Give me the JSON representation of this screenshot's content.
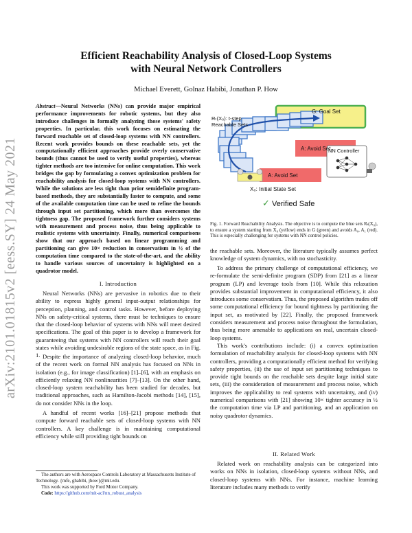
{
  "arxiv_id": "arXiv:2101.01815v2  [eess.SY]  24 May 2021",
  "title_line1": "Efficient Reachability Analysis of Closed-Loop Systems",
  "title_line2": "with Neural Network Controllers",
  "authors": "Michael Everett, Golnaz Habibi, Jonathan P. How",
  "abstract": {
    "lead": "Abstract",
    "body": "—Neural Networks (NNs) can provide major empirical performance improvements for robotic systems, but they also introduce challenges in formally analyzing those systems' safety properties. In particular, this work focuses on estimating the forward reachable set of closed-loop systems with NN controllers. Recent work provides bounds on these reachable sets, yet the computationally efficient approaches provide overly conservative bounds (thus cannot be used to verify useful properties), whereas tighter methods are too intensive for online computation. This work bridges the gap by formulating a convex optimization problem for reachability analysis for closed-loop systems with NN controllers. While the solutions are less tight than prior semidefinite program-based methods, they are substantially faster to compute, and some of the available computation time can be used to refine the bounds through input set partitioning, which more than overcomes the tightness gap. The proposed framework further considers systems with measurement and process noise, thus being applicable to realistic systems with uncertainty. Finally, numerical comparisons show that our approach based on linear programming and partitioning can give 10× reduction in conservatism in ½ of the computation time compared to the state-of-the-art, and the ability to handle various sources of uncertainty is highlighted on a quadrotor model."
  },
  "sec1_heading": "I. Introduction",
  "intro_p1": "Neural Networks (NNs) are pervasive in robotics due to their ability to express highly general input-output relationships for perception, planning, and control tasks. However, before deploying NNs on safety-critical systems, there must be techniques to ensure that the closed-loop behavior of systems with NNs will meet desired specifications. The goal of this paper is to develop a framework for guaranteeing that systems with NN controllers will reach their goal states while avoiding undesirable regions of the state space, as in Fig. 1.",
  "intro_p2": "Despite the importance of analyzing closed-loop behavior, much of the recent work on formal NN analysis has focused on NNs in isolation (e.g., for image classification) [1]–[6], with an emphasis on efficiently relaxing NN nonlinearities [7]–[13]. On the other hand, closed-loop system reachability has been studied for decades, but traditional approaches, such as Hamilton-Jacobi methods [14], [15], do not consider NNs in the loop.",
  "intro_p3": "A handful of recent works [16]–[21] propose methods that compute forward reachable sets of closed-loop systems with NN controllers. A key challenge is in maintaining computational efficiency while still providing tight bounds on",
  "footnote_1": "The authors are with Aerospace Controls Laboratory at Massachusetts Institute of Technology. {mfe, ghabibi, jhow}@mit.edu.",
  "footnote_2": "This work was supported by Ford Motor Company.",
  "footnote_code_label": "Code:",
  "footnote_code_url": "https://github.com/mit-acl/nn_robust_analysis",
  "figure": {
    "label_reach": "Rₜ(X₀): t-step",
    "label_reach2": "Reachable Sets",
    "label_goal": "G: Goal Set",
    "label_avoid1": "A: Avoid Set",
    "label_avoid0": "A: Avoid Set",
    "label_nn": "NN Controller",
    "label_init": "X₀: Initial State Set",
    "label_verified": "Verified Safe",
    "verified_mark": "✓",
    "color_goal": "#f6f08a",
    "color_goal_border": "#4caf50",
    "color_avoid": "#f06a6a",
    "color_reach": "#3f78c8"
  },
  "caption": "Fig. 1.   Forward Reachability Analysis. The objective is to compute the blue sets Rₜ(X₀), to ensure a system starting from X₀ (yellow) ends in G (green) and avoids A₀, A₁ (red). This is especially challenging for systems with NN control policies.",
  "right_p0": "the reachable sets. Moreover, the literature typically assumes perfect knowledge of system dynamics, with no stochasticity.",
  "right_p1": "To address the primary challenge of computational efficiency, we re-formulate the semi-definite program (SDP) from [21] as a linear program (LP) and leverage tools from [10]. While this relaxation provides substantial improvement in computational efficiency, it also introduces some conservatism. Thus, the proposed algorithm trades off some computational efficiency for bound tightness by partitioning the input set, as motivated by [22]. Finally, the proposed framework considers measurement and process noise throughout the formulation, thus being more amenable to applications on real, uncertain closed-loop systems.",
  "right_p2": "This work's contributions include: (i) a convex optimization formulation of reachability analysis for closed-loop systems with NN controllers, providing a computationally efficient method for verifying safety properties, (ii) the use of input set partitioning techniques to provide tight bounds on the reachable sets despite large initial state sets, (iii) the consideration of measurement and process noise, which improves the applicability to real systems with uncertainty, and (iv) numerical comparisons with [21] showing 10× tighter accuracy in ½ the computation time via LP and partitioning, and an application on noisy quadrotor dynamics.",
  "sec2_heading": "II. Related Work",
  "related_p1": "Related work on reachability analysis can be categorized into works on NNs in isolation, closed-loop systems without NNs, and closed-loop systems with NNs. For instance, machine learning literature includes many methods to verify"
}
